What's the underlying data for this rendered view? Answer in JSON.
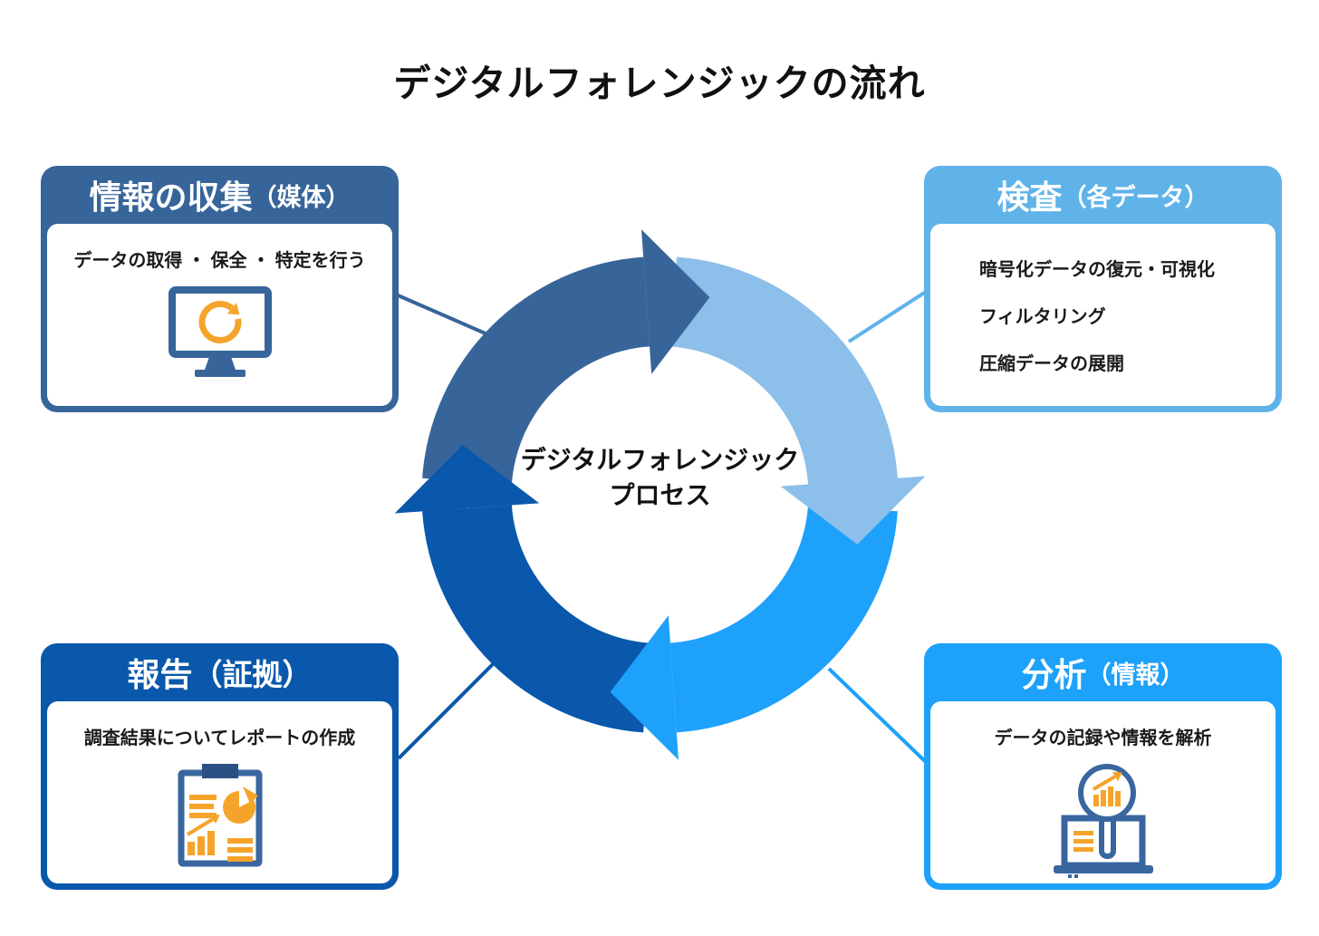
{
  "title": "デジタルフォレンジックの流れ",
  "center_label": {
    "line1": "デジタルフォレンジック",
    "line2": "プロセス"
  },
  "boxes": {
    "collection": {
      "title_main": "情報の収集",
      "title_sub": "（媒体）",
      "body": "データの取得 ・ 保全 ・ 特定を行う",
      "icon": "monitor-refresh-icon",
      "header_color": "#37659A"
    },
    "inspection": {
      "title_main": "検査",
      "title_sub": "（各データ）",
      "items": [
        "暗号化データの復元・可視化",
        "フィルタリング",
        "圧縮データの展開"
      ],
      "header_color": "#5FB3E9"
    },
    "report": {
      "title_main": "報告",
      "title_sub": "（証拠）",
      "body": "調査結果についてレポートの作成",
      "icon": "clipboard-report-icon",
      "header_color": "#0A58AB"
    },
    "analysis": {
      "title_main": "分析",
      "title_sub": "（情報）",
      "body": "データの記録や情報を解析",
      "icon": "laptop-magnifier-icon",
      "header_color": "#1EA1FA"
    }
  },
  "cycle": {
    "direction": "clockwise",
    "segments": [
      {
        "name": "collection-arc",
        "color": "#37659A"
      },
      {
        "name": "inspection-arc",
        "color": "#8CBFE9"
      },
      {
        "name": "analysis-arc",
        "color": "#1EA1FA"
      },
      {
        "name": "report-arc",
        "color": "#0A58AB"
      }
    ]
  },
  "colors": {
    "steel_blue": "#37659A",
    "sky_blue": "#5FB3E9",
    "light_arc_blue": "#8CBFE9",
    "deep_blue": "#0A58AB",
    "bright_blue": "#1EA1FA",
    "orange": "#F5A42B",
    "icon_outline_blue": "#3A66A0",
    "clip_navy": "#2B5184",
    "text_black": "#111111",
    "background": "#FFFFFF"
  }
}
